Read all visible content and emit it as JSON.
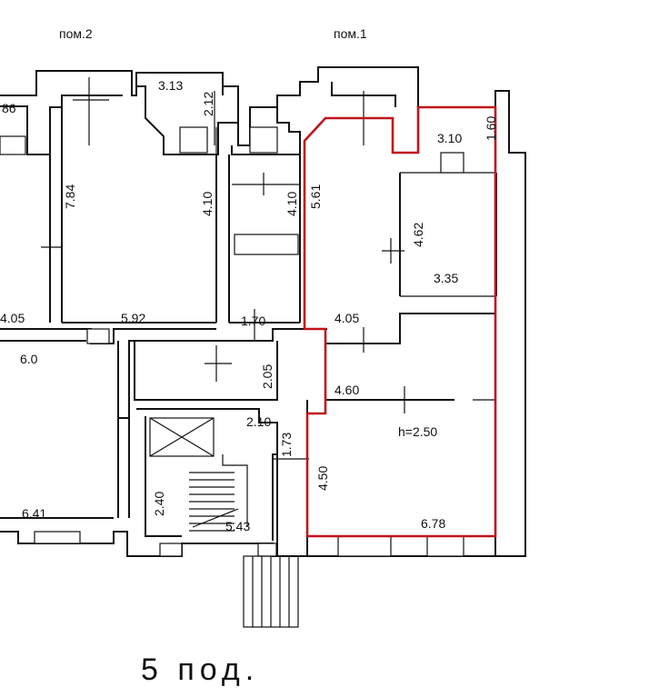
{
  "room_labels": {
    "pom2": "пом.2",
    "pom1": "пом.1",
    "entrance": "5 под."
  },
  "dimensions": {
    "d_086": "86",
    "d_313": "3.13",
    "d_212": "2.12",
    "d_310": "3.10",
    "d_160": "1.60",
    "d_784": "7.84",
    "d_410a": "4.10",
    "d_410b": "4.10",
    "d_561": "5.61",
    "d_462": "4.62",
    "d_335": "3.35",
    "d_405a": "4.05",
    "d_592": "5.92",
    "d_170": "1.70",
    "d_405b": "4.05",
    "d_60": "6.0",
    "d_205": "2.05",
    "d_460": "4.60",
    "d_210": "2.10",
    "d_173": "1.73",
    "d_h": "h=2.50",
    "d_450": "4.50",
    "d_240": "2.40",
    "d_641": "6.41",
    "d_543": "5.43",
    "d_678": "6.78"
  },
  "colors": {
    "walls": "#111111",
    "highlight": "#c0141c",
    "background": "#ffffff"
  }
}
